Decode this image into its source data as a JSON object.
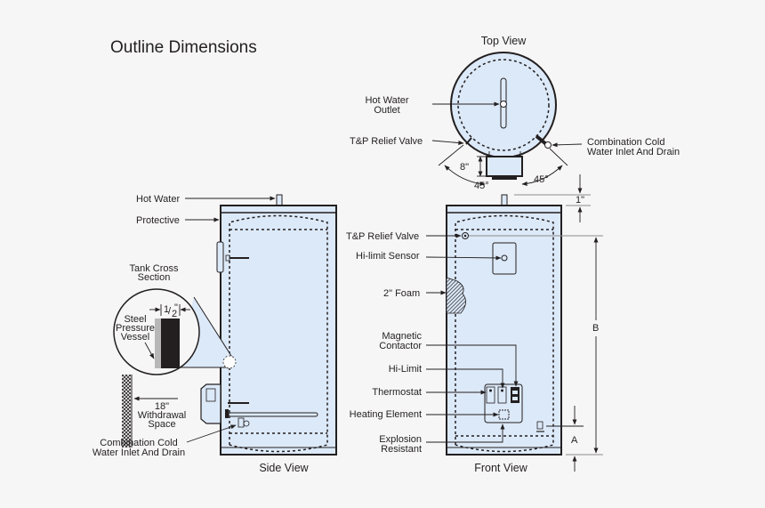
{
  "title": "Outline Dimensions",
  "colors": {
    "background": "#f6f6f6",
    "tank_fill": "#dce9f8",
    "outline": "#231f20",
    "dimension_line": "#8c8c8c"
  },
  "top_view": {
    "caption": "Top View",
    "labels": {
      "hot_water_outlet": [
        "Hot Water",
        "Outlet"
      ],
      "tp_relief_valve": "T&P Relief Valve",
      "cold_inlet": [
        "Combination Cold",
        "Water Inlet And Drain"
      ]
    },
    "dimensions": {
      "offset": "8\"",
      "angle_left": "45°",
      "angle_right": "45°"
    }
  },
  "side_view": {
    "caption": "Side View",
    "labels": {
      "hot_water": "Hot Water",
      "protective": "Protective",
      "tank_cross_section": [
        "Tank Cross",
        "Section"
      ],
      "steel_pressure_vessel": [
        "Steel",
        "Pressure",
        "Vessel"
      ],
      "cross_section_thickness_num": "1",
      "cross_section_thickness_den": "2",
      "withdrawal": [
        "18\"",
        "Withdrawal",
        "Space"
      ],
      "cold_inlet": [
        "Combination Cold",
        "Water Inlet And Drain"
      ]
    }
  },
  "front_view": {
    "caption": "Front View",
    "labels": {
      "tp_relief_valve": "T&P Relief Valve",
      "hi_limit_sensor": "Hi-limit Sensor",
      "foam": "2\" Foam",
      "magnetic_contactor": [
        "Magnetic",
        "Contactor"
      ],
      "hi_limit": "Hi-Limit",
      "thermostat": "Thermostat",
      "heating_element": "Heating Element",
      "explosion_resistant": [
        "Explosion",
        "Resistant"
      ]
    },
    "dimensions": {
      "top_clearance": "1\"",
      "height_b": "B",
      "height_a": "A"
    }
  }
}
